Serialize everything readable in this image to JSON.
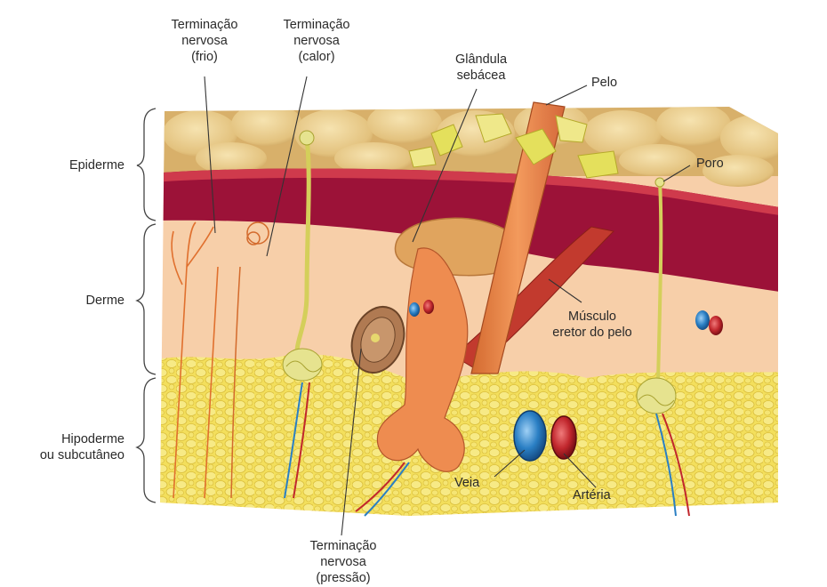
{
  "layers": {
    "epiderme": "Epiderme",
    "derme": "Derme",
    "hipoderme": "Hipoderme\nou subcutâneo"
  },
  "labels": {
    "term_frio": "Terminação\nnervosa\n(frio)",
    "term_calor": "Terminação\nnervosa\n(calor)",
    "glandula": "Glândula\nsebácea",
    "pelo": "Pelo",
    "poro": "Poro",
    "musculo": "Músculo\neretor do pelo",
    "veia": "Veia",
    "arteria": "Artéria",
    "term_pressao": "Terminação\nnervosa\n(pressão)"
  },
  "colors": {
    "epidermis_cells": "#e9c98a",
    "stratum_basale": "#9c1238",
    "dermis": "#f7cfa9",
    "hypodermis_fat": "#f0dc5a",
    "hair": "#ec8a4c",
    "vein": "#2a7fc4",
    "artery": "#c1272d",
    "nerve": "#e6e38f",
    "sebaceous": "#e0a45e",
    "muscle": "#c23a2e"
  }
}
